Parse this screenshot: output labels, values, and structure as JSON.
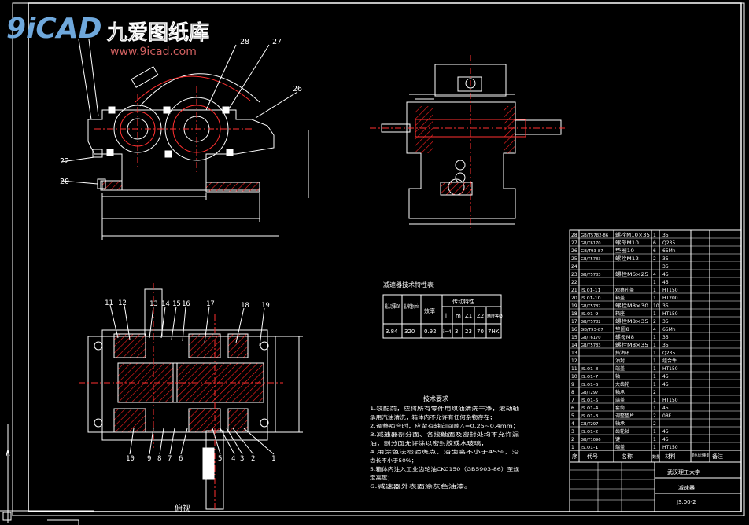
{
  "watermark": {
    "brand_text": "九爱图纸库",
    "site_url": "www.9icad.com",
    "logo_text": "9iCAD"
  },
  "top_view": {
    "part_labels": [
      "28",
      "27",
      "26",
      "22",
      "20"
    ]
  },
  "bottom_view": {
    "part_labels": [
      "11",
      "12",
      "13",
      "14",
      "15",
      "16",
      "17",
      "18",
      "19",
      "10",
      "9",
      "8",
      "7",
      "6",
      "5",
      "4",
      "3",
      "2",
      "1"
    ],
    "view_label": "俯视"
  },
  "spec_table": {
    "title": "减速器技术特性表",
    "headers": {
      "input_power": "输入功率KW",
      "input_speed": "输入转速r/min",
      "efficiency": "效率",
      "transmission": "传动特性",
      "sub_headers": [
        "i",
        "m",
        "Z1",
        "Z2",
        "精度等级"
      ]
    },
    "row": [
      "3.84",
      "320",
      "0.92",
      "i=4",
      "3",
      "23",
      "70",
      "7HK"
    ]
  },
  "tech_requirements": {
    "title": "技术要求",
    "lines": [
      "1.装配前，应将所有零件用煤油清洗干净，滚动轴",
      "承用汽油清洗，箱体内不允许有任何杂物存在；",
      "2.调整啮合时，应留有轴向间隙△=0.25~0.4mm；",
      "3.减速器剖分面、各接触面及密封处均不允许漏",
      "油，剖分面允许涂以密封胶或水玻璃；",
      "4.用涂色法检验斑点，沿齿高不小于45%，沿",
      "齿长不小于50%；",
      "5.箱体内注入工业齿轮油CKC150（GB5903-86）至规",
      "定高度；",
      "6.减速器外表面涂灰色油漆。"
    ]
  },
  "title_block": {
    "header_labels": [
      "序",
      "代号",
      "名称",
      "数量",
      "材料",
      "单件总计重量",
      "备注"
    ],
    "school": "武汉理工大学",
    "drawing_name": "减速器",
    "drawing_no": "JS.00-2",
    "parts": [
      {
        "no": "28",
        "code": "GB/T5782-86",
        "name": "螺栓M10×35",
        "qty": "1",
        "material": "35"
      },
      {
        "no": "27",
        "code": "GB/T6170",
        "name": "螺母M10",
        "qty": "6",
        "material": "Q235"
      },
      {
        "no": "26",
        "code": "GB/T93-87",
        "name": "垫圈10",
        "qty": "6",
        "material": "65Mn"
      },
      {
        "no": "25",
        "code": "GB/T5783",
        "name": "螺栓M12",
        "qty": "2",
        "material": "35"
      },
      {
        "no": "24",
        "code": "",
        "name": "",
        "qty": "",
        "material": "35"
      },
      {
        "no": "23",
        "code": "GB/T5783",
        "name": "螺栓M6×25",
        "qty": "4",
        "material": "45"
      },
      {
        "no": "22",
        "code": "",
        "name": "",
        "qty": "1",
        "material": "45"
      },
      {
        "no": "21",
        "code": "JS.01-11",
        "name": "观察孔盖",
        "qty": "1",
        "material": "HT150"
      },
      {
        "no": "20",
        "code": "JS.01-10",
        "name": "箱盖",
        "qty": "1",
        "material": "HT200"
      },
      {
        "no": "19",
        "code": "GB/T5782",
        "name": "螺栓M8×30",
        "qty": "10",
        "material": "35"
      },
      {
        "no": "18",
        "code": "JS.01-9",
        "name": "箱座",
        "qty": "1",
        "material": "HT150"
      },
      {
        "no": "17",
        "code": "GB/T5782",
        "name": "螺栓M8×35",
        "qty": "2",
        "material": "35"
      },
      {
        "no": "16",
        "code": "GB/T93-87",
        "name": "垫圈8",
        "qty": "4",
        "material": "65Mn"
      },
      {
        "no": "15",
        "code": "GB/T6170",
        "name": "螺母M8",
        "qty": "1",
        "material": "35"
      },
      {
        "no": "14",
        "code": "GB/T5783",
        "name": "螺栓M8×35",
        "qty": "1",
        "material": "35"
      },
      {
        "no": "13",
        "code": "",
        "name": "挡油环",
        "qty": "1",
        "material": "Q235"
      },
      {
        "no": "12",
        "code": "",
        "name": "油封",
        "qty": "1",
        "material": "组合件"
      },
      {
        "no": "11",
        "code": "JS.01-8",
        "name": "端盖",
        "qty": "1",
        "material": "HT150"
      },
      {
        "no": "10",
        "code": "JS.01-7",
        "name": "轴",
        "qty": "1",
        "material": "45"
      },
      {
        "no": "9",
        "code": "JS.01-6",
        "name": "大齿轮",
        "qty": "1",
        "material": "45"
      },
      {
        "no": "8",
        "code": "GB/T297",
        "name": "轴承",
        "qty": "2",
        "material": ""
      },
      {
        "no": "7",
        "code": "JS.01-5",
        "name": "端盖",
        "qty": "1",
        "material": "HT150"
      },
      {
        "no": "6",
        "code": "JS.01-4",
        "name": "套筒",
        "qty": "1",
        "material": "45"
      },
      {
        "no": "5",
        "code": "JS.01-3",
        "name": "调整垫片",
        "qty": "2",
        "material": "08F"
      },
      {
        "no": "4",
        "code": "GB/T297",
        "name": "轴承",
        "qty": "2",
        "material": ""
      },
      {
        "no": "3",
        "code": "JS.01-2",
        "name": "齿轮轴",
        "qty": "1",
        "material": "45"
      },
      {
        "no": "2",
        "code": "GB/T1096",
        "name": "键",
        "qty": "1",
        "material": "45"
      },
      {
        "no": "1",
        "code": "JS.01-1",
        "name": "端盖",
        "qty": "1",
        "material": "HT150"
      }
    ]
  },
  "colors": {
    "background": "#000000",
    "outline": "#ffffff",
    "hatch": "#ff2020",
    "center_line": "#ff2020",
    "dimension": "#ffffff",
    "part_red": "#ff3030",
    "logo_blue": "#6fa8dc"
  }
}
